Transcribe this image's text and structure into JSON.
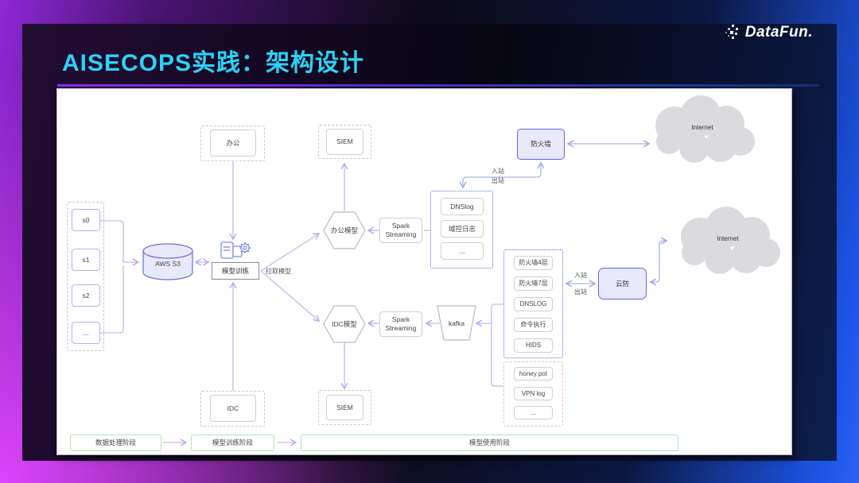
{
  "slide": {
    "title": "AISECOPS实践：架构设计",
    "logo_text": "DataFun."
  },
  "colors": {
    "title": "#2bd3f5",
    "underline_left": "#8d2cf0",
    "underline_right": "#14306e",
    "node_border_blue": "#5b6bd8",
    "node_fill_lavender": "#e9e9fb",
    "connector_purple": "#c3b7ef",
    "connector_blue": "#a9b3ea",
    "stage_border_green": "#b7e0b7",
    "cloud_fill": "#dbdbdf",
    "dotted_container_blue": "#5a6ee0",
    "dashed_container_pink": "#f2bcbc"
  },
  "diagram": {
    "sources": {
      "items": [
        "s0",
        "s1",
        "s2",
        "..."
      ]
    },
    "aws_s3": {
      "label": "AWS S3"
    },
    "model_training": {
      "label": "模型训练",
      "pull_model": "拉取模型"
    },
    "office": {
      "label": "办公"
    },
    "idc": {
      "label": "IDC"
    },
    "siem_top": {
      "label": "SIEM"
    },
    "siem_bottom": {
      "label": "SIEM"
    },
    "office_model": {
      "label": "办公模型"
    },
    "idc_model": {
      "label": "IDC模型"
    },
    "spark_top": {
      "label": "Spark Streaming"
    },
    "spark_bottom": {
      "label": "Spark Streaming"
    },
    "kafka": {
      "label": "kafka"
    },
    "office_logs": {
      "items": [
        "DNSlog",
        "域控日志",
        "..."
      ]
    },
    "idc_logs": {
      "items": [
        "防火墙4层",
        "防火墙7层",
        "DNSLOG",
        "命令执行",
        "HIDS"
      ]
    },
    "honeypot_logs": {
      "items": [
        "honey pot",
        "VPN log",
        "..."
      ]
    },
    "firewall": {
      "label": "防火墙"
    },
    "cloud_defense": {
      "label": "云防"
    },
    "internet_top": {
      "label": "Internet"
    },
    "internet_bottom": {
      "label": "Internet"
    },
    "flow_labels": {
      "inbound": "入站",
      "outbound": "出站"
    },
    "stages": [
      "数据处理阶段",
      "模型训练阶段",
      "模型使用阶段"
    ]
  }
}
